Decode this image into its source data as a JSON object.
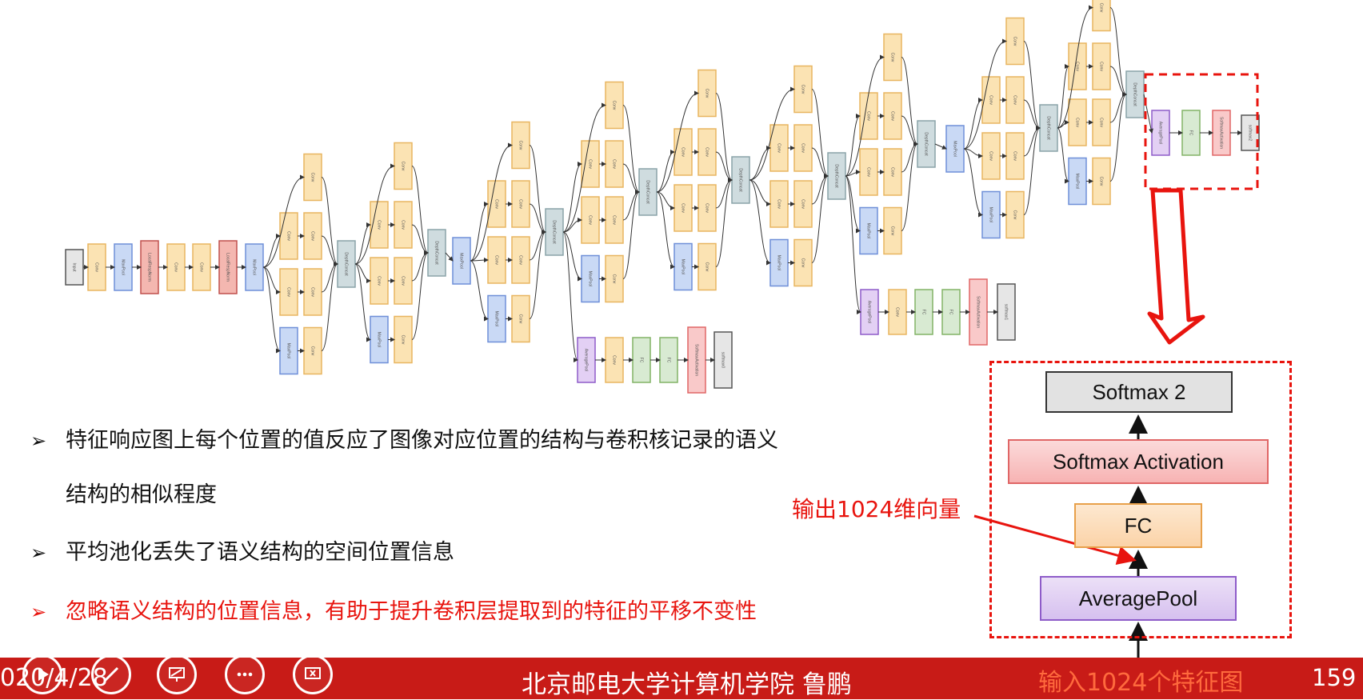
{
  "diagram": {
    "input_label": "Input",
    "blocks": {
      "conv": "Conv",
      "maxpool": "MaxPool",
      "lrn": "LocalRespNorm",
      "depthconcat": "DepthConcat",
      "avgpool": "AveragePool",
      "fc": "FC",
      "softmax_act": "SoftmaxActivation",
      "softmax0": "softmax0",
      "softmax1": "softmax1",
      "softmax2": "softmax2"
    }
  },
  "bullets": [
    {
      "text": "特征响应图上每个位置的值反应了图像对应位置的结构与卷积核记录的语义",
      "color": "#111111"
    },
    {
      "text": "结构的相似程度",
      "color": "#111111"
    },
    {
      "text": "平均池化丢失了语义结构的空间位置信息",
      "color": "#111111"
    },
    {
      "text": "忽略语义结构的位置信息，有助于提升卷积层提取到的特征的平移不变性",
      "color": "#e8140e"
    }
  ],
  "zoom": {
    "softmax2": "Softmax 2",
    "softmax_activation": "Softmax Activation",
    "fc": "FC",
    "averagepool": "AveragePool",
    "annotation": "输出1024维向量"
  },
  "footer": {
    "date": "020/4/28",
    "title": "北京邮电大学计算机学院  鲁鹏",
    "input_label": "输入1024个特征图",
    "page": "159"
  },
  "colors": {
    "conv": "#fbe3b3",
    "conv_border": "#e8b560",
    "pool": "#c9d9f5",
    "pool_border": "#6f8fd8",
    "lrn": "#f4b7b0",
    "lrn_border": "#c0504d",
    "concat": "#cfdcdf",
    "concat_border": "#8aa3a8",
    "avgpool": "#e3d0f4",
    "avgpool_border": "#8e5cc9",
    "fc": "#d8ead2",
    "fc_border": "#82b366",
    "softact": "#f9c9c9",
    "softact_border": "#e06666",
    "softmax": "#e6e6e6",
    "softmax_border": "#555555",
    "accent": "#e8140e"
  }
}
